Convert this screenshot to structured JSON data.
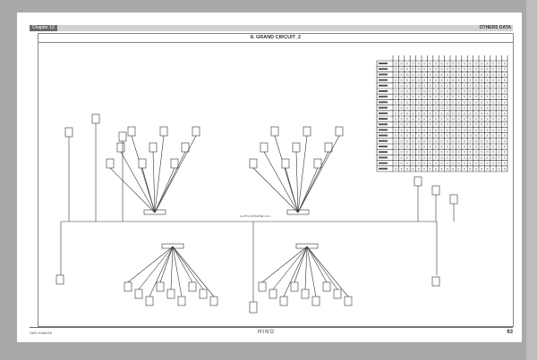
{
  "header": {
    "chapter": "Chapter 12",
    "section": "OTHERS DATA"
  },
  "diagram": {
    "title": "8. GRAND CIRCUIT_2",
    "center_label": "C-ATTN_INTCM B2 1 0 1"
  },
  "footer": {
    "code": "SM2-HA6KZA",
    "logo": "HINO",
    "page": "63"
  },
  "table": {
    "rows": 20,
    "cols": 20
  }
}
